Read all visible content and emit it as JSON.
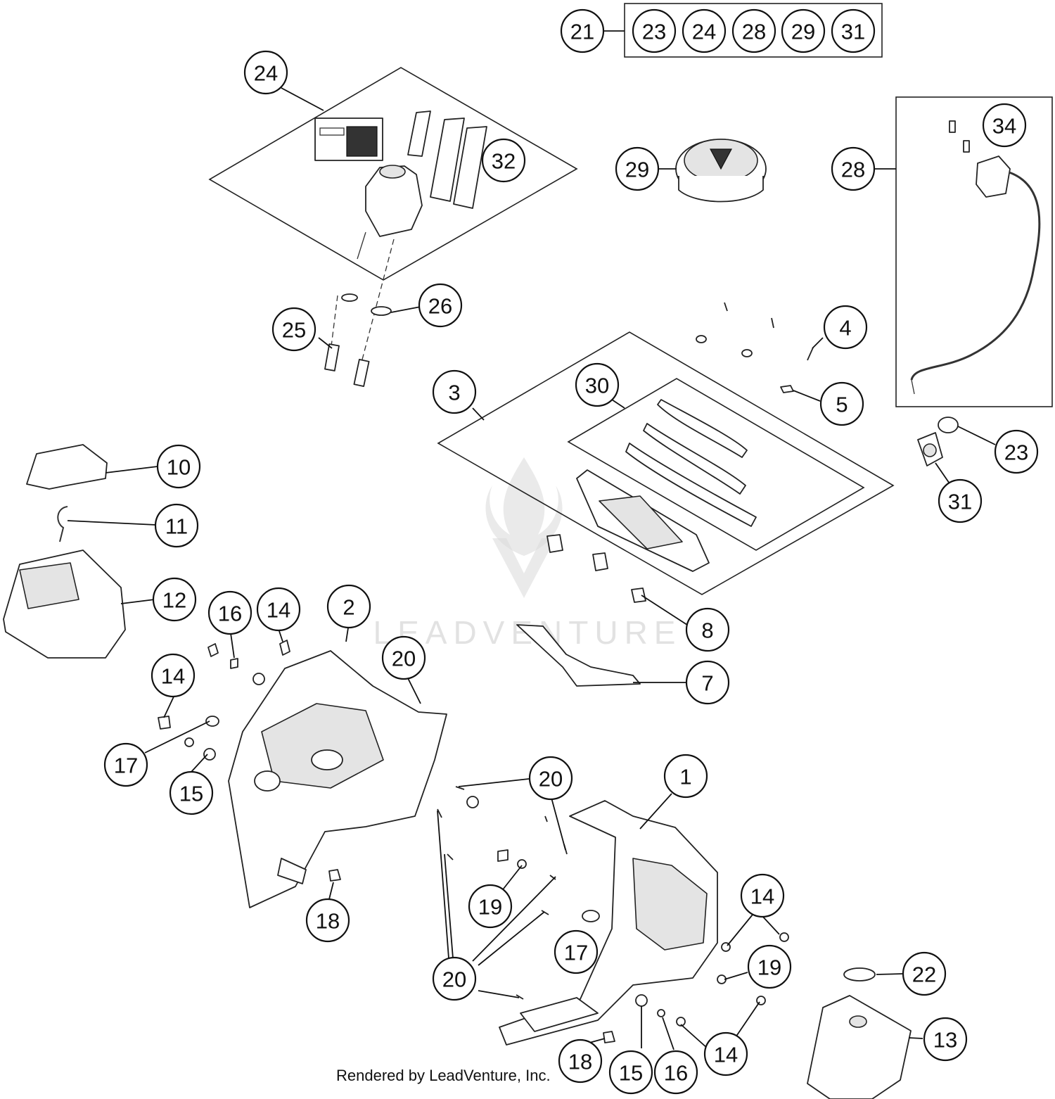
{
  "footer": {
    "rendered_by": "Rendered by LeadVenture, Inc."
  },
  "watermark": {
    "text": "LEADVENTURE"
  },
  "kit": {
    "main_label": "21",
    "items": [
      "23",
      "24",
      "28",
      "29",
      "31"
    ]
  },
  "callouts": [
    {
      "id": "c24a",
      "number": "24"
    },
    {
      "id": "c32",
      "number": "32"
    },
    {
      "id": "c29",
      "number": "29"
    },
    {
      "id": "c28",
      "number": "28"
    },
    {
      "id": "c34",
      "number": "34"
    },
    {
      "id": "c25",
      "number": "25"
    },
    {
      "id": "c26",
      "number": "26"
    },
    {
      "id": "c4",
      "number": "4"
    },
    {
      "id": "c5",
      "number": "5"
    },
    {
      "id": "c3",
      "number": "3"
    },
    {
      "id": "c30",
      "number": "30"
    },
    {
      "id": "c23b",
      "number": "23"
    },
    {
      "id": "c31b",
      "number": "31"
    },
    {
      "id": "c10",
      "number": "10"
    },
    {
      "id": "c11",
      "number": "11"
    },
    {
      "id": "c12",
      "number": "12"
    },
    {
      "id": "c16a",
      "number": "16"
    },
    {
      "id": "c14a",
      "number": "14"
    },
    {
      "id": "c2",
      "number": "2"
    },
    {
      "id": "c20a",
      "number": "20"
    },
    {
      "id": "c8",
      "number": "8"
    },
    {
      "id": "c14b",
      "number": "14"
    },
    {
      "id": "c7",
      "number": "7"
    },
    {
      "id": "c17a",
      "number": "17"
    },
    {
      "id": "c15a",
      "number": "15"
    },
    {
      "id": "c20b",
      "number": "20"
    },
    {
      "id": "c1",
      "number": "1"
    },
    {
      "id": "c18a",
      "number": "18"
    },
    {
      "id": "c19a",
      "number": "19"
    },
    {
      "id": "c14c",
      "number": "14"
    },
    {
      "id": "c17b",
      "number": "17"
    },
    {
      "id": "c19b",
      "number": "19"
    },
    {
      "id": "c20c",
      "number": "20"
    },
    {
      "id": "c22",
      "number": "22"
    },
    {
      "id": "c14d",
      "number": "14"
    },
    {
      "id": "c13",
      "number": "13"
    },
    {
      "id": "c18b",
      "number": "18"
    },
    {
      "id": "c15b",
      "number": "15"
    },
    {
      "id": "c16b",
      "number": "16"
    }
  ]
}
